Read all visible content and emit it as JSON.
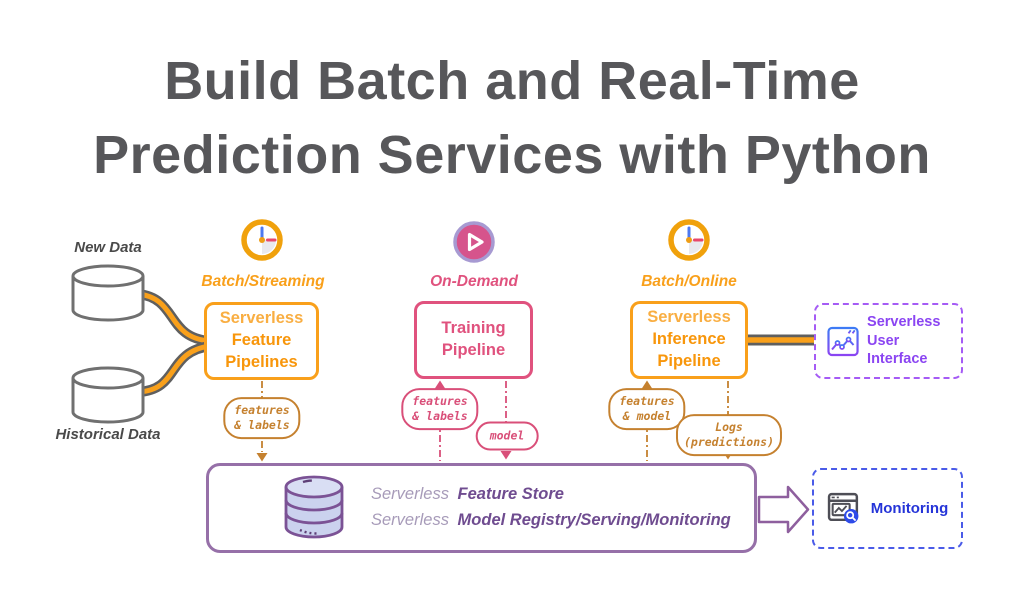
{
  "title": {
    "line1": "Build Batch and Real-Time",
    "line2": "Prediction Services with Python"
  },
  "data_sources": [
    {
      "label": "New Data",
      "icon": "database-cylinder-icon"
    },
    {
      "label": "Historical Data",
      "icon": "database-cylinder-icon"
    }
  ],
  "pipelines": [
    {
      "id": "feature",
      "trigger": "Batch/Streaming",
      "icon": "clock-icon",
      "lines": [
        "Serverless",
        "Feature",
        "Pipelines"
      ],
      "color": "#F9A01B"
    },
    {
      "id": "training",
      "trigger": "On-Demand",
      "icon": "play-icon",
      "lines": [
        "Training",
        "Pipeline"
      ],
      "color": "#E0527E"
    },
    {
      "id": "inference",
      "trigger": "Batch/Online",
      "icon": "clock-icon",
      "lines": [
        "Serverless",
        "Inference",
        "Pipeline"
      ],
      "color": "#F9A01B"
    }
  ],
  "artifacts": [
    {
      "id": "features-labels-batch",
      "lines": [
        "features",
        "& labels"
      ],
      "color": "#C5812F"
    },
    {
      "id": "features-labels-training",
      "lines": [
        "features",
        "& labels"
      ],
      "color": "#D94F79"
    },
    {
      "id": "model",
      "lines": [
        "model"
      ],
      "color": "#D94F79"
    },
    {
      "id": "features-model",
      "lines": [
        "features",
        "& model"
      ],
      "color": "#C5812F"
    },
    {
      "id": "logs-predictions",
      "lines": [
        "Logs",
        "(predictions)"
      ],
      "color": "#C5812F"
    }
  ],
  "platform": {
    "icon": "database-stack-icon",
    "rows": [
      {
        "light": "Serverless",
        "bold": "Feature Store"
      },
      {
        "light": "Serverless",
        "bold": "Model Registry/Serving/Monitoring"
      }
    ]
  },
  "ui_box": {
    "icon": "browser-chart-icon",
    "lines": [
      "Serverless",
      "User Interface"
    ]
  },
  "monitoring_box": {
    "icon": "monitor-search-icon",
    "label": "Monitoring"
  },
  "colors": {
    "orange": "#F9A01B",
    "orange_dark": "#C5812F",
    "pink": "#E0527E",
    "pink_dark": "#D94F79",
    "purple_border": "#9670A8",
    "purple_text": "#6F4C90",
    "purple_light": "#A79BB9",
    "violet": "#A55BF5",
    "blue": "#2534D8",
    "title_gray": "#57575A",
    "gray": "#707070"
  }
}
